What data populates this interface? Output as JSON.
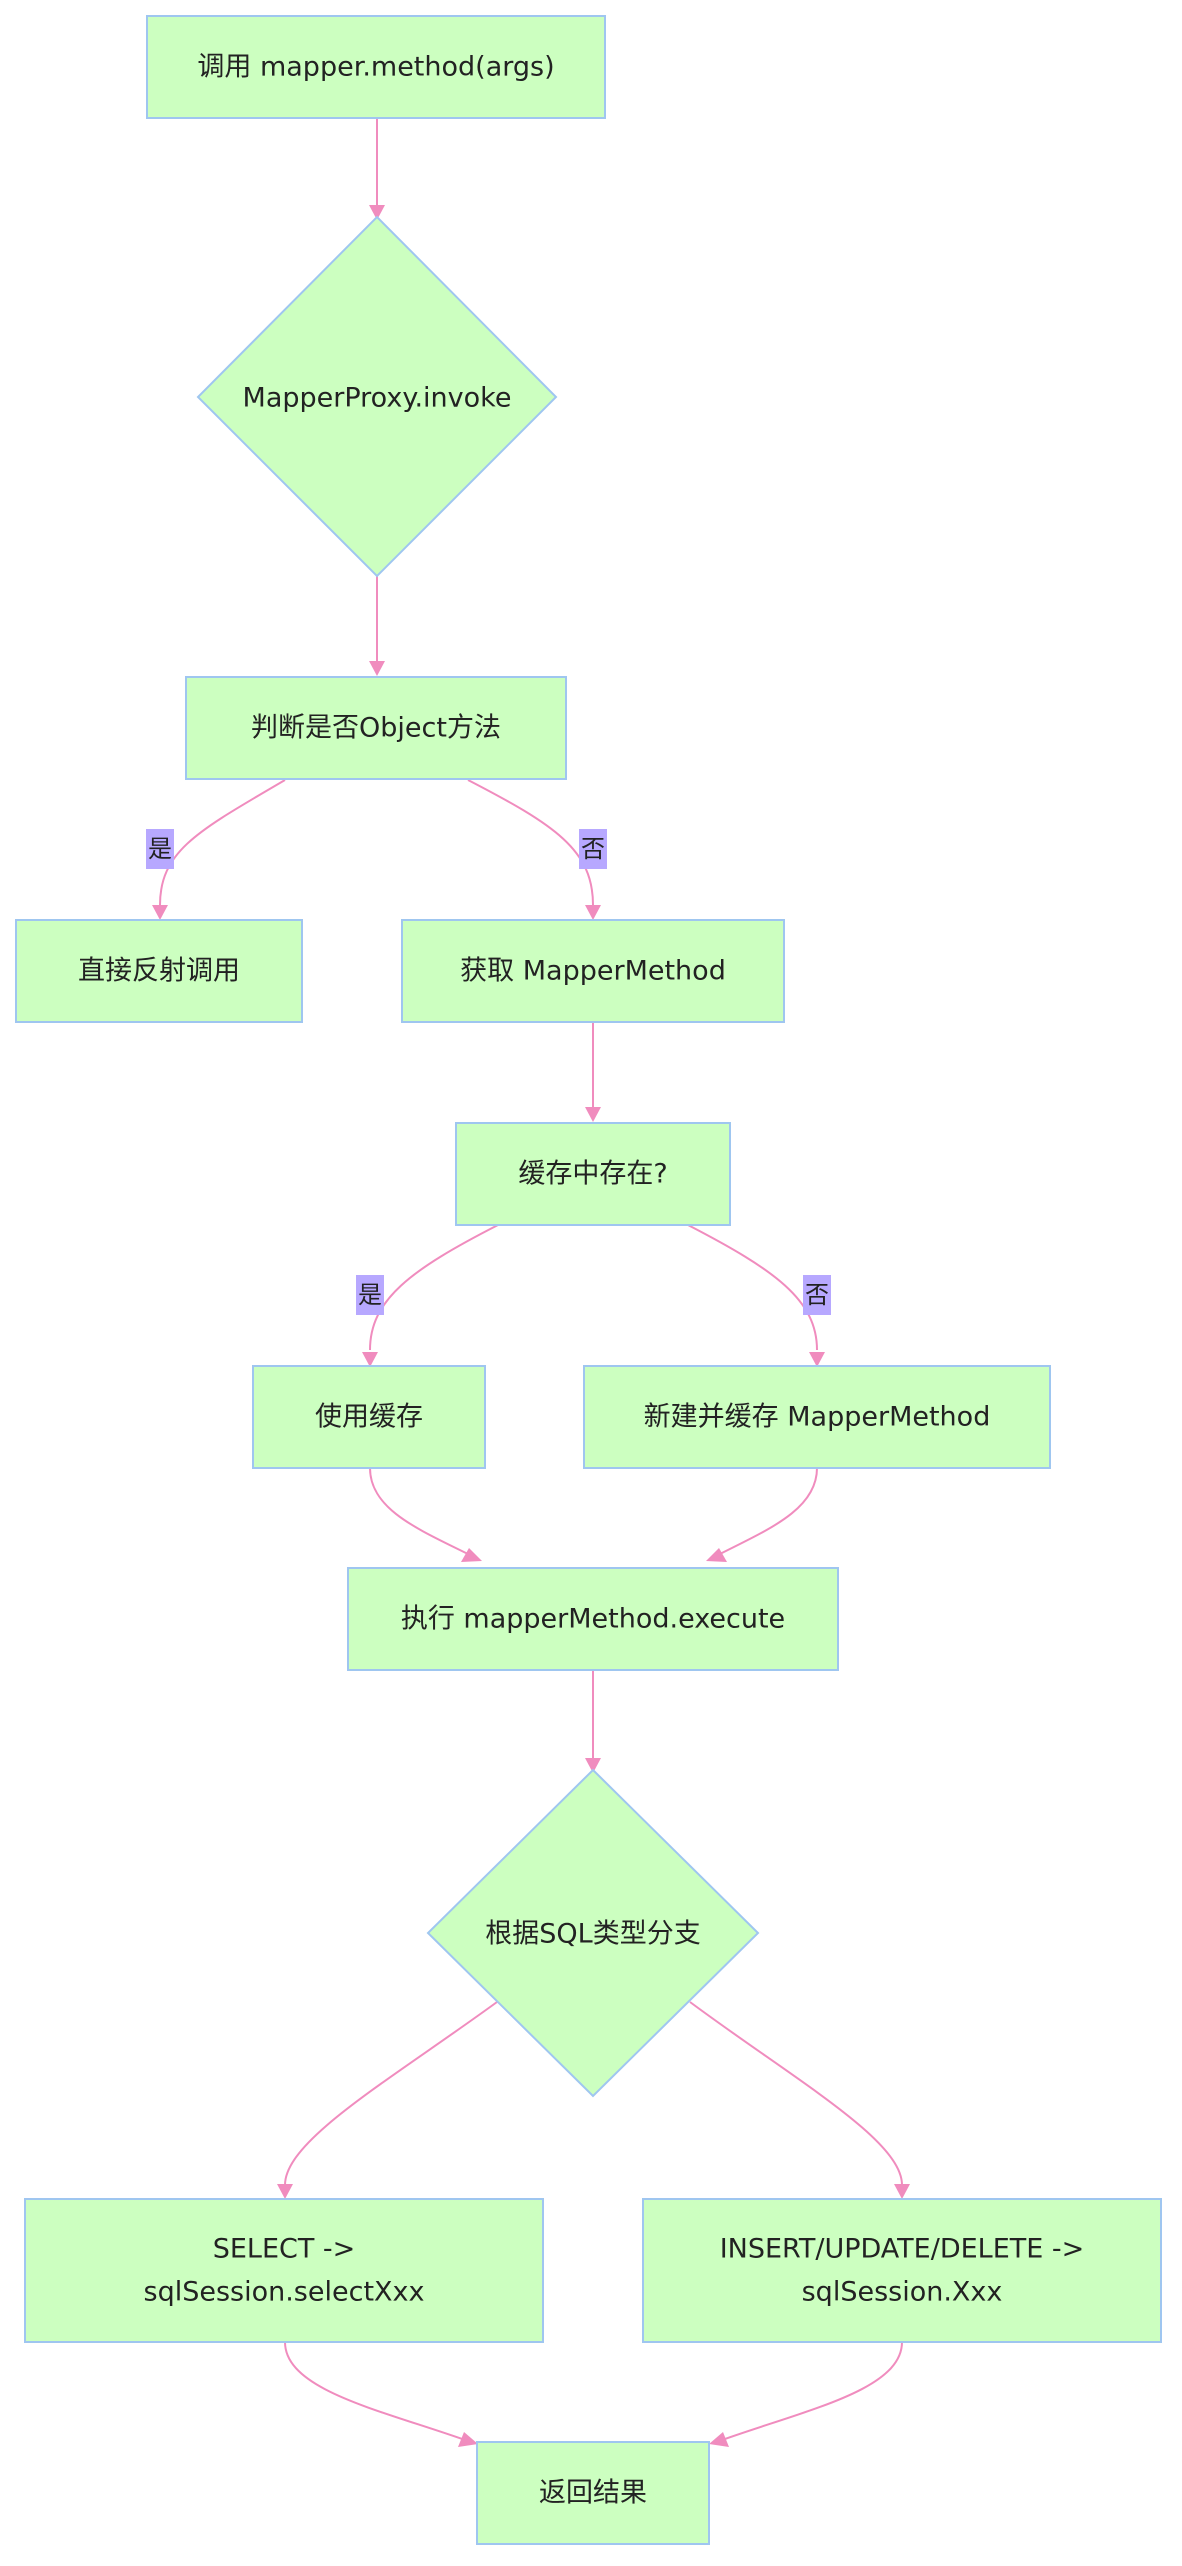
{
  "colors": {
    "node_fill": "#ccffc0",
    "node_border": "#9fc6f0",
    "edge": "#f08cbe",
    "edge_label_bg": "#b7a8ff",
    "text": "#222222"
  },
  "nodes": {
    "call": "调用 mapper.method(args)",
    "invoke": "MapperProxy.invoke",
    "check_object": "判断是否Object方法",
    "reflect": "直接反射调用",
    "get_method": "获取 MapperMethod",
    "in_cache": "缓存中存在?",
    "use_cache": "使用缓存",
    "create_cache": "新建并缓存 MapperMethod",
    "execute": "执行 mapperMethod.execute",
    "branch": "根据SQL类型分支",
    "select_line1": "SELECT ->",
    "select_line2": "sqlSession.selectXxx",
    "modify_line1": "INSERT/UPDATE/DELETE ->",
    "modify_line2": "sqlSession.Xxx",
    "return": "返回结果"
  },
  "edge_labels": {
    "object_yes": "是",
    "object_no": "否",
    "cache_yes": "是",
    "cache_no": "否"
  }
}
